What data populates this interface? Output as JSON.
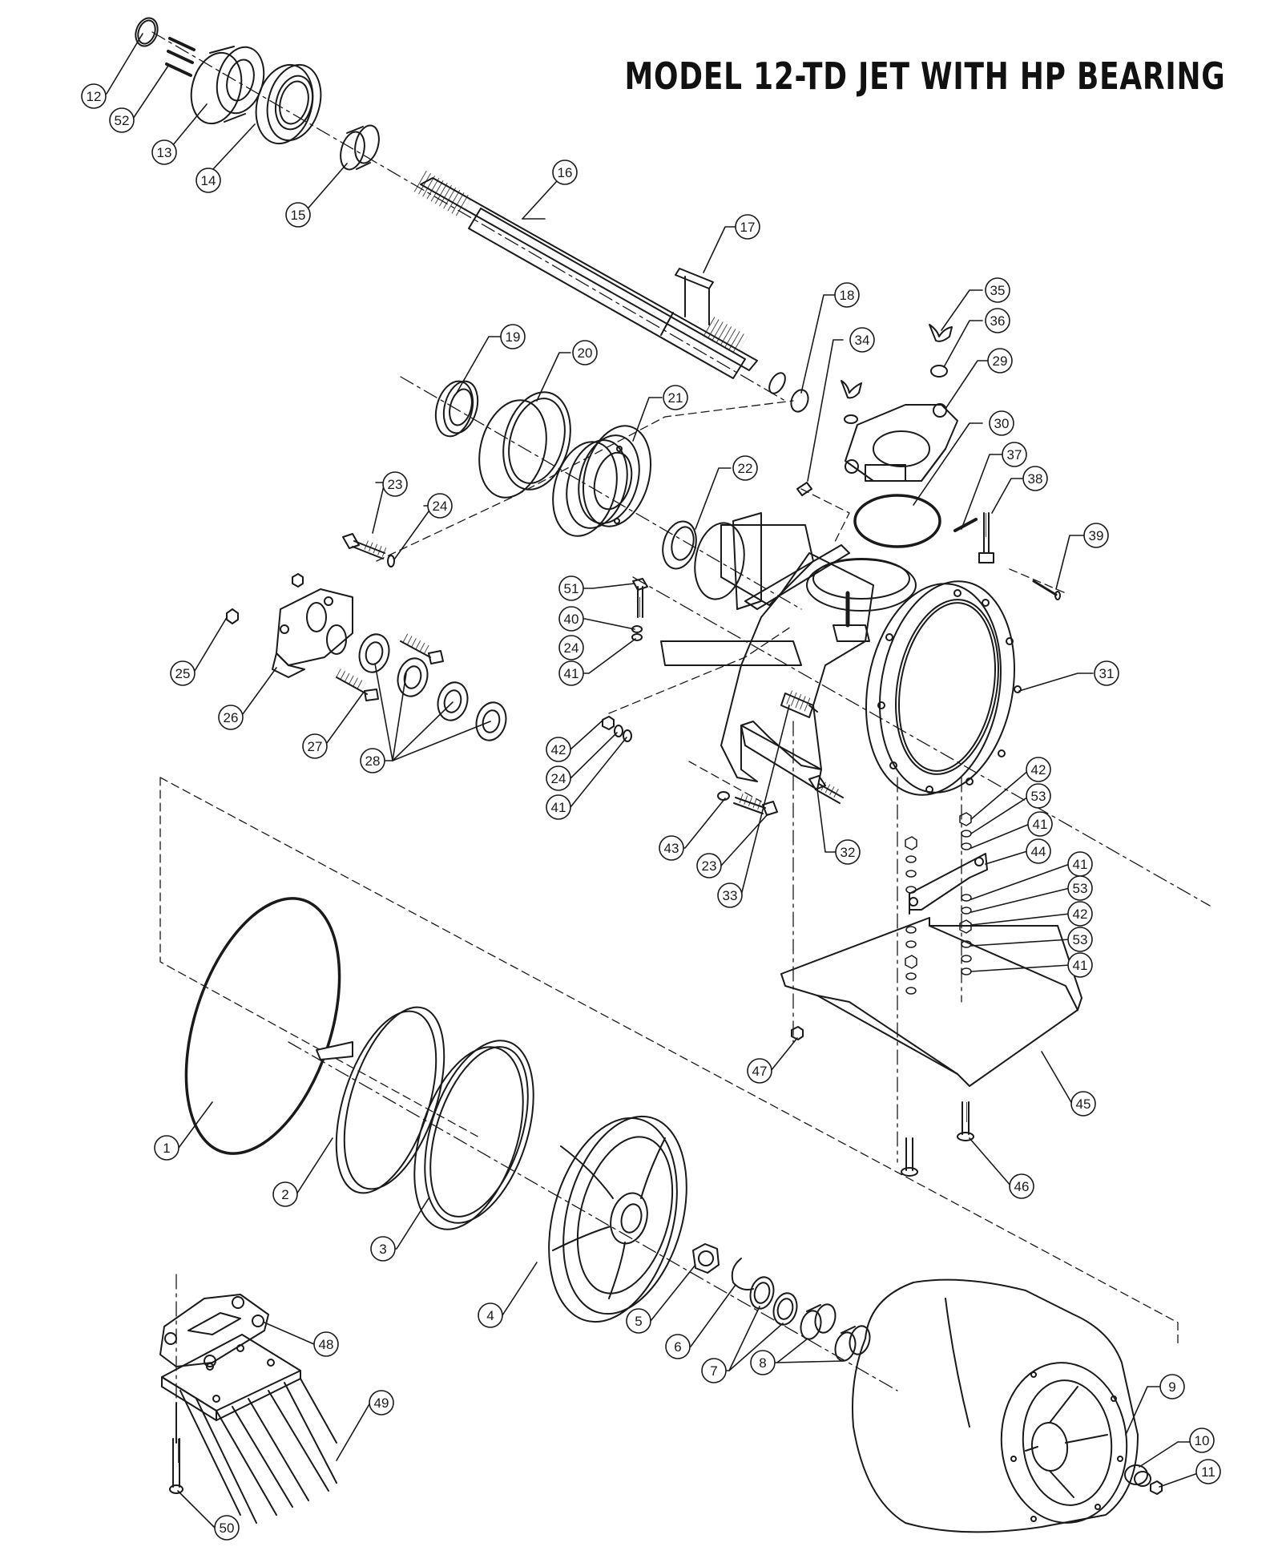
{
  "title": "MODEL 12-TD JET WITH HP BEARING",
  "colors": {
    "ink": "#1a1a1a",
    "paper": "#ffffff"
  },
  "callouts": [
    "1",
    "2",
    "3",
    "4",
    "5",
    "6",
    "7",
    "8",
    "9",
    "10",
    "11",
    "12",
    "13",
    "14",
    "15",
    "16",
    "17",
    "18",
    "19",
    "20",
    "21",
    "22",
    "23",
    "24",
    "25",
    "26",
    "27",
    "28",
    "29",
    "30",
    "31",
    "32",
    "33",
    "34",
    "35",
    "36",
    "37",
    "38",
    "39",
    "40",
    "41",
    "42",
    "43",
    "44",
    "45",
    "46",
    "47",
    "48",
    "49",
    "50",
    "51",
    "52",
    "53"
  ]
}
